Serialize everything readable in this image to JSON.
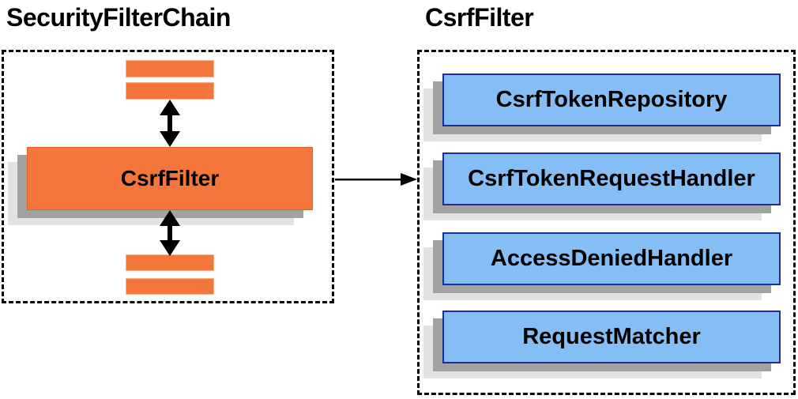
{
  "left_panel": {
    "title": "SecurityFilterChain",
    "csrf_filter_label": "CsrfFilter"
  },
  "right_panel": {
    "title": "CsrfFilter",
    "components": [
      {
        "label": "CsrfTokenRepository"
      },
      {
        "label": "CsrfTokenRequestHandler"
      },
      {
        "label": "AccessDeniedHandler"
      },
      {
        "label": "RequestMatcher"
      }
    ]
  },
  "connectors": {
    "top_double_arrow": "bidirectional vertical arrow between upper filters and CsrfFilter",
    "bottom_double_arrow": "bidirectional vertical arrow between CsrfFilter and lower filters",
    "right_arrow": "arrow from CsrfFilter to CsrfFilter components"
  },
  "colors": {
    "filter_orange": "#F5763B",
    "filter_orange_border": "#E4602A",
    "bar_border_light": "#F8B38C",
    "component_blue": "#85BEF4",
    "component_blue_border": "#1B2E9C",
    "shadow_dark": "#A2A2A2",
    "shadow_light": "#E2E2E2",
    "dashed_border": "#000000",
    "text": "#000000",
    "background": "#FFFFFF"
  }
}
